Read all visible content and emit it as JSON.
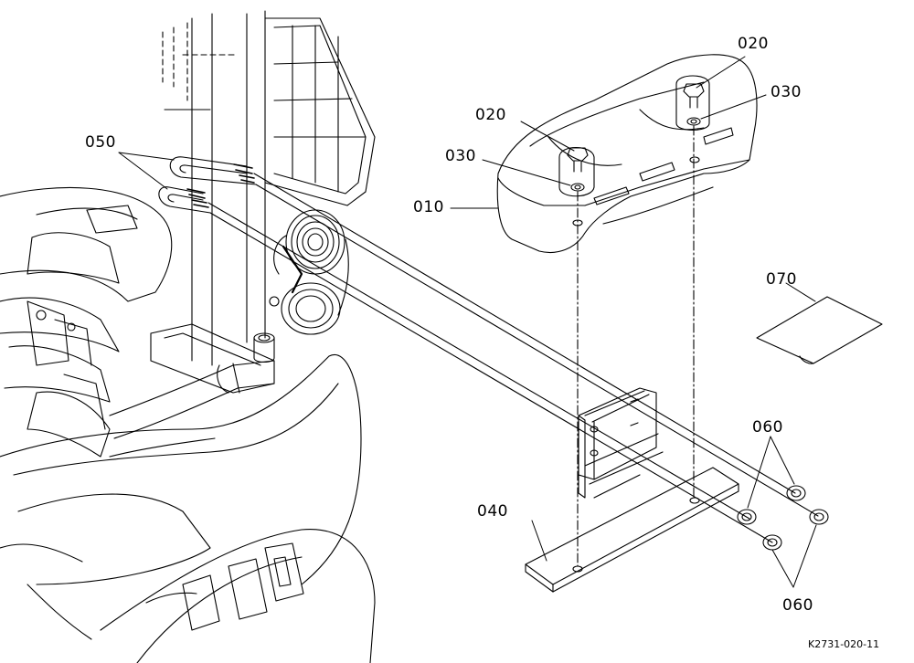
{
  "diagram": {
    "callouts": {
      "c010": "010",
      "c020a": "020",
      "c020b": "020",
      "c030a": "030",
      "c030b": "030",
      "c040": "040",
      "c050": "050",
      "c060a": "060",
      "c060b": "060",
      "c070": "070"
    },
    "drawing_code": "K2731-020-11",
    "colors": {
      "ink": "#000000",
      "paper": "#ffffff"
    }
  }
}
